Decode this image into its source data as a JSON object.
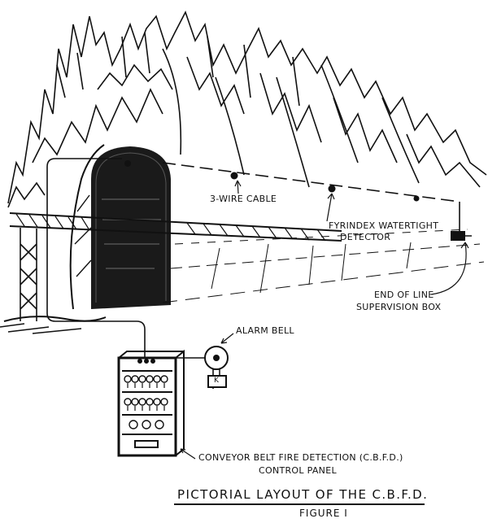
{
  "labels": {
    "cable": "3-WIRE CABLE",
    "detector_line1": "FYRINDEX WATERTIGHT",
    "detector_line2": "DETECTOR",
    "eol_line1": "END OF LINE",
    "eol_line2": "SUPERVISION BOX",
    "bell": "ALARM BELL",
    "bell_box": "K",
    "panel_line1": "CONVEYOR BELT FIRE DETECTION (C.B.F.D.)",
    "panel_line2": "CONTROL PANEL",
    "title": "PICTORIAL LAYOUT OF THE C.B.F.D.",
    "figure": "FIGURE I"
  },
  "colors": {
    "ink": "#111111",
    "paper": "#ffffff"
  }
}
